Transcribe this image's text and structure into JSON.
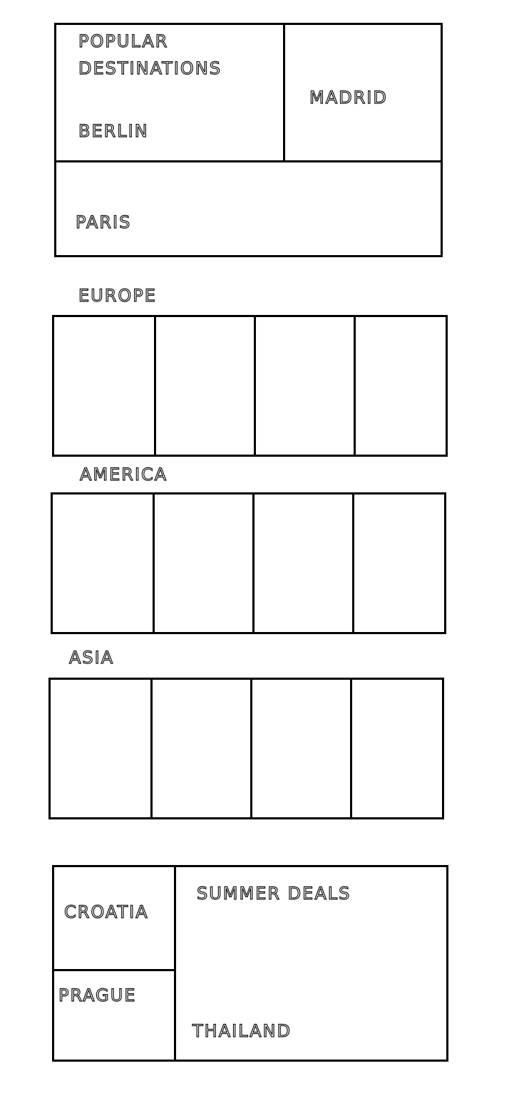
{
  "popular": {
    "title": "POPULAR DESTINATIONS",
    "title_line1": "POPULAR",
    "title_line2": "DESTINATIONS",
    "items": [
      "BERLIN",
      "MADRID",
      "PARIS"
    ]
  },
  "sections": [
    {
      "name": "EUROPE",
      "cells": 4
    },
    {
      "name": "AMERICA",
      "cells": 4
    },
    {
      "name": "ASIA",
      "cells": 4
    }
  ],
  "summer": {
    "title": "SUMMER DEALS",
    "items": [
      "CROATIA",
      "PRAGUE",
      "THAILAND"
    ]
  },
  "colors": {
    "stroke": "#000000",
    "background": "#ffffff"
  }
}
